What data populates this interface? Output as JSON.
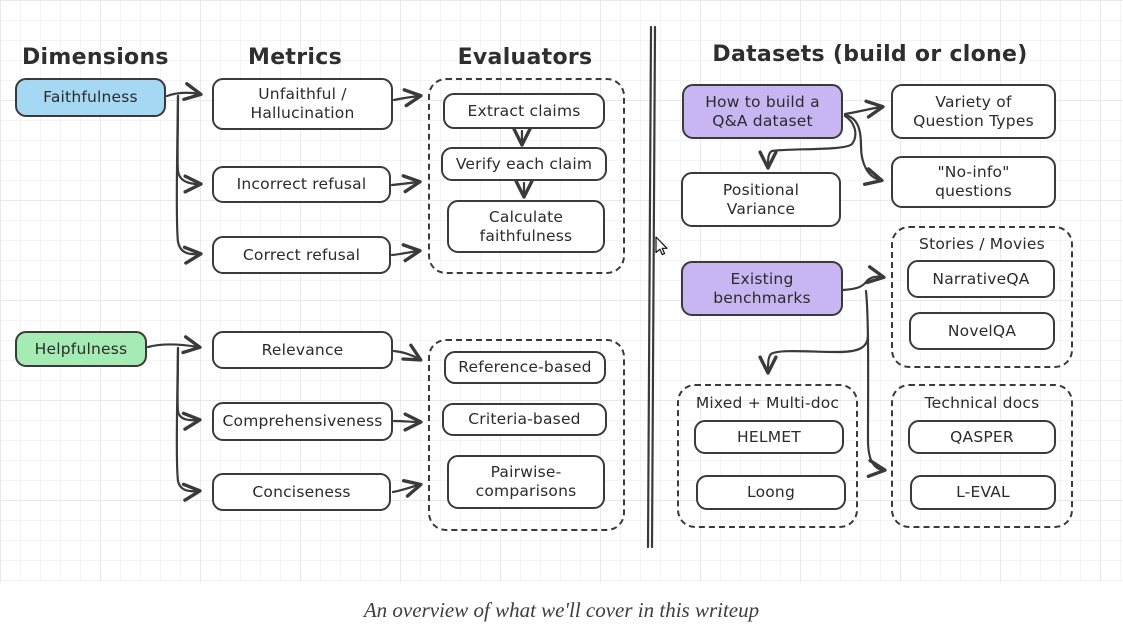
{
  "caption": "An overview of what we'll cover in this writeup",
  "colors": {
    "dimension_blue": "#a5d8f2",
    "dimension_green": "#a4ebb4",
    "dataset_purple": "#c8b6f2",
    "stroke": "#3a3a3a"
  },
  "left": {
    "headers": {
      "dimensions": "Dimensions",
      "metrics": "Metrics",
      "evaluators": "Evaluators"
    },
    "faithfulness": {
      "dimension": "Faithfulness",
      "metrics": [
        "Unfaithful / Hallucination",
        "Incorrect refusal",
        "Correct refusal"
      ],
      "evaluator_steps": [
        "Extract claims",
        "Verify each claim",
        "Calculate faithfulness"
      ]
    },
    "helpfulness": {
      "dimension": "Helpfulness",
      "metrics": [
        "Relevance",
        "Comprehensiveness",
        "Conciseness"
      ],
      "evaluator_methods": [
        "Reference-based",
        "Criteria-based",
        "Pairwise-comparisons"
      ]
    }
  },
  "right": {
    "header": "Datasets (build or clone)",
    "build": {
      "source": "How to build a Q&A dataset",
      "targets": [
        "Variety of Question Types",
        "Positional Variance",
        "\"No-info\" questions"
      ]
    },
    "benchmarks": {
      "source": "Existing benchmarks",
      "groups": [
        {
          "label": "Stories / Movies",
          "items": [
            "NarrativeQA",
            "NovelQA"
          ]
        },
        {
          "label": "Mixed + Multi-doc",
          "items": [
            "HELMET",
            "Loong"
          ]
        },
        {
          "label": "Technical docs",
          "items": [
            "QASPER",
            "L-EVAL"
          ]
        }
      ]
    }
  }
}
